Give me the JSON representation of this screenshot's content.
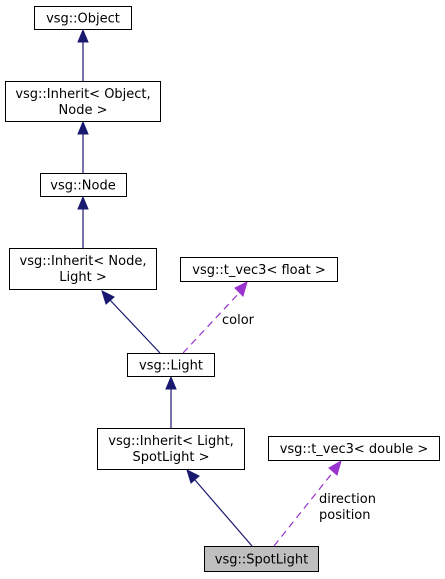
{
  "nodes": {
    "object": {
      "label": "vsg::Object"
    },
    "inherit_object_node": {
      "line1": "vsg::Inherit< Object,",
      "line2": "Node >"
    },
    "node": {
      "label": "vsg::Node"
    },
    "inherit_node_light": {
      "line1": "vsg::Inherit< Node,",
      "line2": "Light >"
    },
    "t_vec3_float": {
      "label": "vsg::t_vec3< float >"
    },
    "light": {
      "label": "vsg::Light"
    },
    "inherit_light_spotlight": {
      "line1": "vsg::Inherit< Light,",
      "line2": "SpotLight >"
    },
    "t_vec3_double": {
      "label": "vsg::t_vec3< double >"
    },
    "spotlight": {
      "label": "vsg::SpotLight"
    }
  },
  "edge_labels": {
    "color": "color",
    "direction": "direction",
    "position": "position"
  },
  "colors": {
    "inheritance_edge": "#191970",
    "usage_edge": "#9a32cd",
    "highlight_fill": "#bfbfbf"
  }
}
